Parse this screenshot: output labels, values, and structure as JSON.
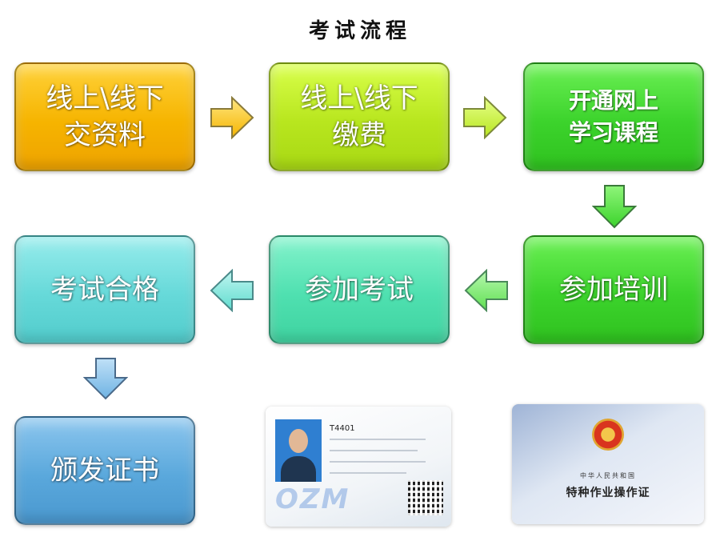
{
  "title": "考试流程",
  "steps": [
    {
      "label": "线上\\线下\n交资料"
    },
    {
      "label": "线上\\线下\n缴费"
    },
    {
      "label": "开通网上\n学习课程"
    },
    {
      "label": "参加培训"
    },
    {
      "label": "参加考试"
    },
    {
      "label": "考试合格"
    },
    {
      "label": "颁发证书"
    }
  ],
  "colors": {
    "step1": "#f6b400",
    "step2": "#b8e61e",
    "step3": "#3cd32c",
    "step4": "#3cd32c",
    "step5": "#4fe0b0",
    "step6": "#66d9d9",
    "step7": "#5aa8dc"
  },
  "id_card": {
    "number": "T4401",
    "watermark": "OZM"
  },
  "certificate": {
    "country": "中华人民共和国",
    "title": "特种作业操作证"
  }
}
